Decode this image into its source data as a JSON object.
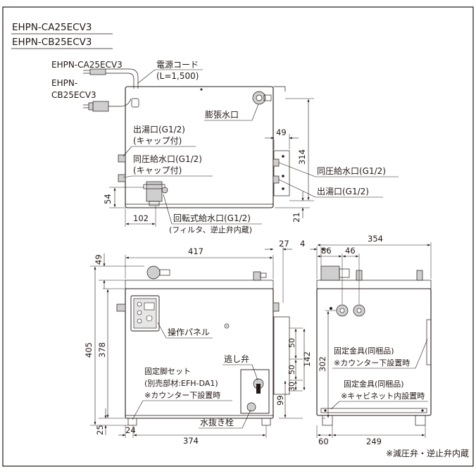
{
  "models": [
    "EHPN-CA25ECV3",
    "EHPN-CB25ECV3"
  ],
  "top": {
    "cord_model_ca": "EHPN-CA25ECV3",
    "cord_model_cb_line1": "EHPN-",
    "cord_model_cb_line2": "CB25ECV3",
    "power_cord": "電源コード",
    "power_cord_length": "(L=1,500)",
    "expansion_outlet": "膨張水口",
    "hot_outlet_left": "出湯口(G1/2)",
    "hot_outlet_left_cap": "(キャップ付)",
    "same_pressure_left": "同圧給水口(G1/2)",
    "same_pressure_left_cap": "(キャップ付)",
    "same_pressure_right": "同圧給水口(G1/2)",
    "hot_outlet_right": "出湯口(G1/2)",
    "rotary_inlet": "回転式給水口(G1/2)",
    "rotary_inlet_note": "(フィルタ、逆止弁内蔵)",
    "dims": {
      "d49": "49",
      "d314": "314",
      "d54": "54",
      "d21": "21",
      "d102": "102"
    }
  },
  "front": {
    "control_panel": "操作パネル",
    "relief_valve": "逃し弁",
    "fixing_leg_set": "固定脚セット",
    "fixing_leg_sold": "(別売部材:EFH-DA1)",
    "fixing_leg_note": "※カウンター下設置時",
    "drain_plug": "水抜き栓",
    "dims": {
      "d417": "417",
      "d27": "27",
      "d49": "49",
      "d405": "405",
      "d378": "378",
      "d50a": "50",
      "d50b": "50",
      "d30": "30",
      "d142": "142",
      "d99": "99",
      "d25": "25",
      "d24": "24",
      "d374": "374"
    }
  },
  "side": {
    "bracket_counter": "固定金具(同梱品)",
    "bracket_counter_note": "※カウンター下設置時",
    "bracket_cabinet": "固定金具(同梱品)",
    "bracket_cabinet_note": "※キャビネット内設置時",
    "dims": {
      "d4": "4",
      "d354": "354",
      "d86": "86",
      "d46": "46",
      "d302": "302",
      "d60": "60",
      "d249": "249"
    }
  },
  "footnote": "※減圧弁・逆止弁内蔵"
}
